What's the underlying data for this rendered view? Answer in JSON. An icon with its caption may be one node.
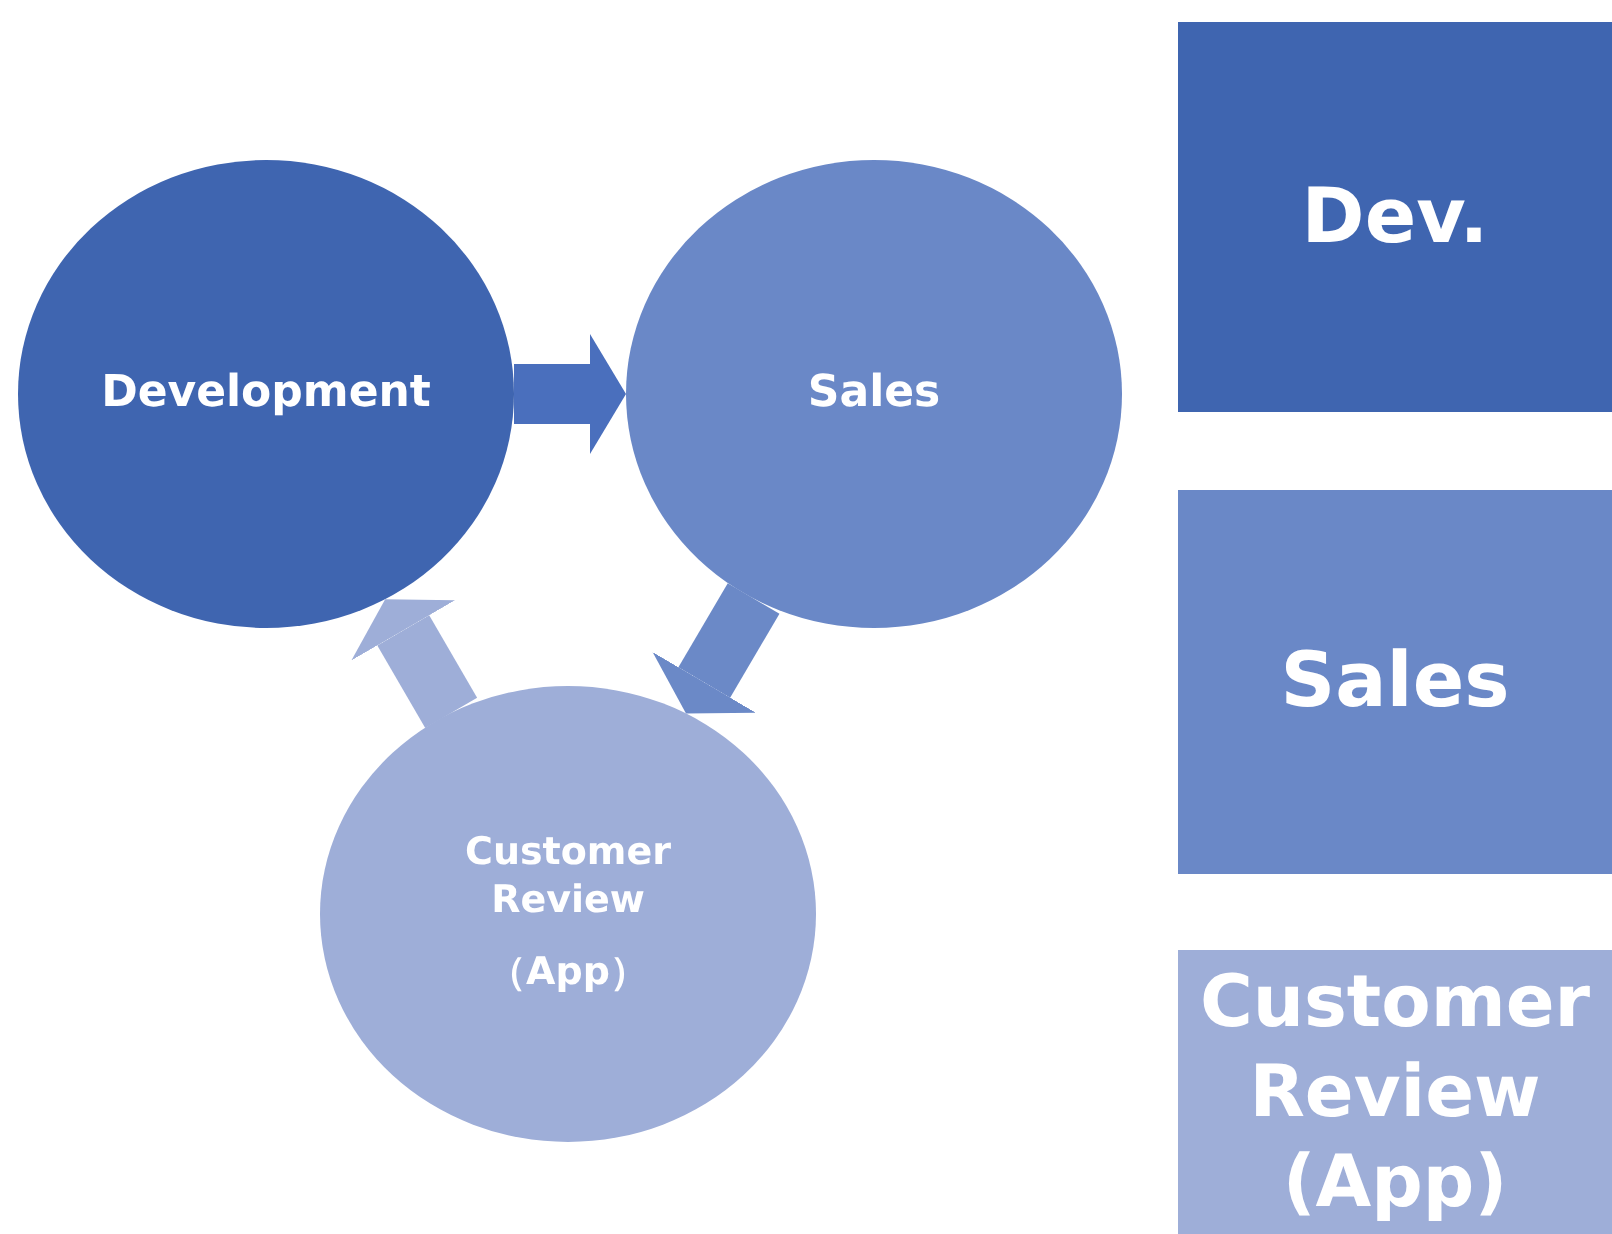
{
  "diagram": {
    "nodes": [
      {
        "text": [
          "Development"
        ]
      },
      {
        "text": [
          "Sales"
        ]
      },
      {
        "text": [
          "Customer Review",
          "（App）"
        ]
      },
      {
        "text": [
          "Dev."
        ]
      },
      {
        "text": [
          "Sales"
        ]
      },
      {
        "text": [
          "Customer Review (App)"
        ]
      }
    ],
    "edges": [
      {
        "from": 0,
        "to": 1,
        "arrow": "to",
        "color": "#4a6fbd"
      },
      {
        "from": 1,
        "to": 2,
        "arrow": "to",
        "color": "#6b89c7"
      },
      {
        "from": 2,
        "to": 0,
        "arrow": "to",
        "color": "#9eaed8"
      }
    ]
  }
}
